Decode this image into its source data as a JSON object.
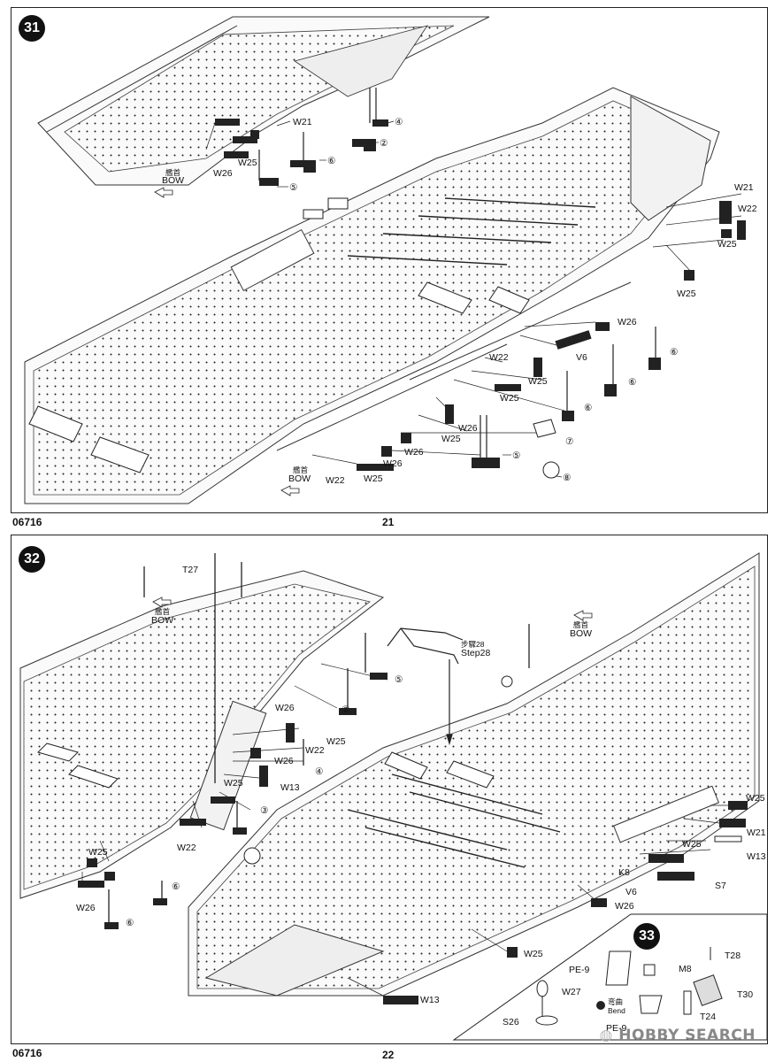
{
  "page_top": {
    "step": "31",
    "catalog_number": "06716",
    "page_number": "21",
    "bow_cn": "艦首",
    "bow_en": "BOW",
    "labels": {
      "w21a": "W21",
      "w25a": "W25",
      "w26a": "W26",
      "c4": "④",
      "c2": "②",
      "c6a": "⑥",
      "c5a": "⑤",
      "w21b": "W21",
      "w22a": "W22",
      "w25b": "W25",
      "w25c": "W25",
      "w26b": "W26",
      "v6": "V6",
      "c6b": "⑥",
      "c6c": "⑥",
      "w22b": "W22",
      "w25d": "W25",
      "w25e": "W25",
      "c6d": "⑥",
      "w26c": "W26",
      "w25f": "W25",
      "c7": "⑦",
      "c5b": "⑤",
      "c8": "⑧",
      "w26d": "W26",
      "w26e": "W26",
      "w22c": "W22",
      "w25g": "W25"
    }
  },
  "page_bottom": {
    "step": "32",
    "step_inset": "33",
    "catalog_number": "06716",
    "page_number": "22",
    "bow_cn": "艦首",
    "bow_en": "BOW",
    "step_cn": "步驟28",
    "step_en": "Step28",
    "bend_cn": "弯曲",
    "bend_en": "Bend",
    "labels": {
      "t27": "T27",
      "c5": "⑤",
      "w26a": "W26",
      "c2": "②",
      "w25a": "W25",
      "w22a": "W22",
      "w26b": "W26",
      "c4": "④",
      "w25b": "W25",
      "w13a": "W13",
      "c3": "③",
      "w22b": "W22",
      "w25c": "W25",
      "c6a": "⑥",
      "w26c": "W26",
      "c6b": "⑥",
      "w25d": "W25",
      "w21": "W21",
      "w25e": "W25",
      "w13b": "W13",
      "k8": "K8",
      "s7": "S7",
      "v6": "V6",
      "w26d": "W26",
      "w25f": "W25",
      "w13c": "W13",
      "pe9a": "PE-9",
      "m8": "M8",
      "t28": "T28",
      "w27": "W27",
      "t30": "T30",
      "s26": "S26",
      "pe9b": "PE-9",
      "t24": "T24"
    }
  },
  "watermark": "HOBBY SEARCH"
}
